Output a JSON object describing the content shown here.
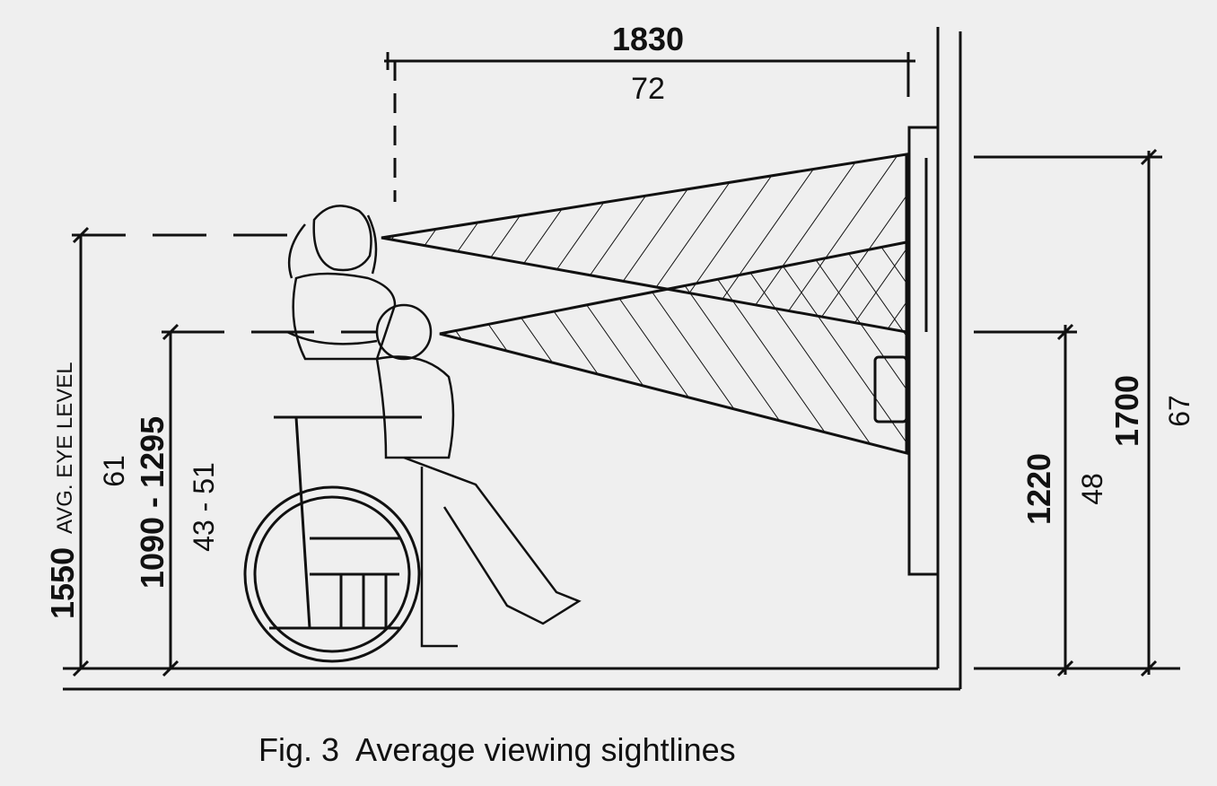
{
  "figure": {
    "caption": "Fig. 3  Average viewing sightlines",
    "dimensions": {
      "viewing_distance_mm": "1830",
      "viewing_distance_in": "72",
      "standing_eye_mm": "1550",
      "standing_eye_label": "AVG. EYE LEVEL",
      "standing_eye_in": "61",
      "seated_eye_mm": "1090 - 1295",
      "seated_eye_in": "43 - 51",
      "display_bottom_mm": "1220",
      "display_bottom_in": "48",
      "display_top_mm": "1700",
      "display_top_in": "67"
    }
  }
}
